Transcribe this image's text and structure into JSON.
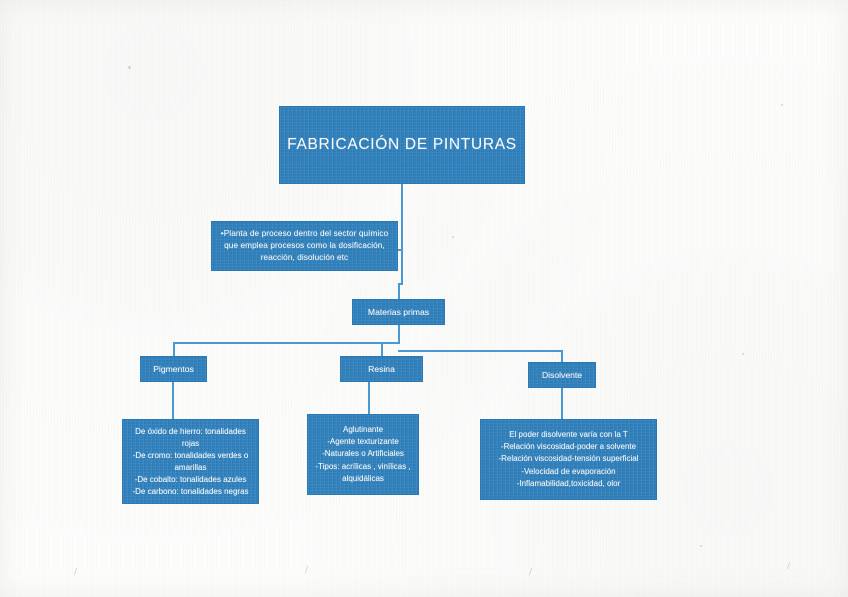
{
  "diagram": {
    "title": "FABRICACIÓN DE PINTURAS",
    "accent_color": "#3183c0",
    "connector_color": "#4a9bd4",
    "text_color": "#ffffff",
    "background_color": "#fdfdfc"
  },
  "nodes": {
    "title": {
      "label": "FABRICACIÓN DE PINTURAS"
    },
    "description": {
      "line1": "•Planta de proceso dentro del sector químico",
      "line2": "que emplea procesos como la dosificación,",
      "line3": "reacción, disolución etc"
    },
    "materias_primas": {
      "label": "Materias primas"
    },
    "pigmentos": {
      "label": "Pigmentos"
    },
    "resina": {
      "label": "Resina"
    },
    "disolvente": {
      "label": "Disolvente"
    },
    "pigmentos_detail": {
      "line1": "De óxido de hierro: tonalidades",
      "line2": "rojas",
      "line3": "-De cromo: tonalidades verdes o",
      "line4": "amarillas",
      "line5": "-De cobalto: tonalidades azules",
      "line6": "-De carbono: tonalidades negras"
    },
    "resina_detail": {
      "line1": "Aglutinante",
      "line2": "-Agente texturizante",
      "line3": "-Naturales o Artificiales",
      "line4": "-Tipos: acrílicas , vinílicas ,",
      "line5": "alquidálicas"
    },
    "disolvente_detail": {
      "line1": "El poder disolvente varía con la T",
      "line2": "-Relación viscosidad-poder a solvente",
      "line3": "-Relación viscosidad-tensión superficial",
      "line4": "-Velocidad de evaporación",
      "line5": "-Inflamabilidad,toxicidad, olor"
    }
  }
}
